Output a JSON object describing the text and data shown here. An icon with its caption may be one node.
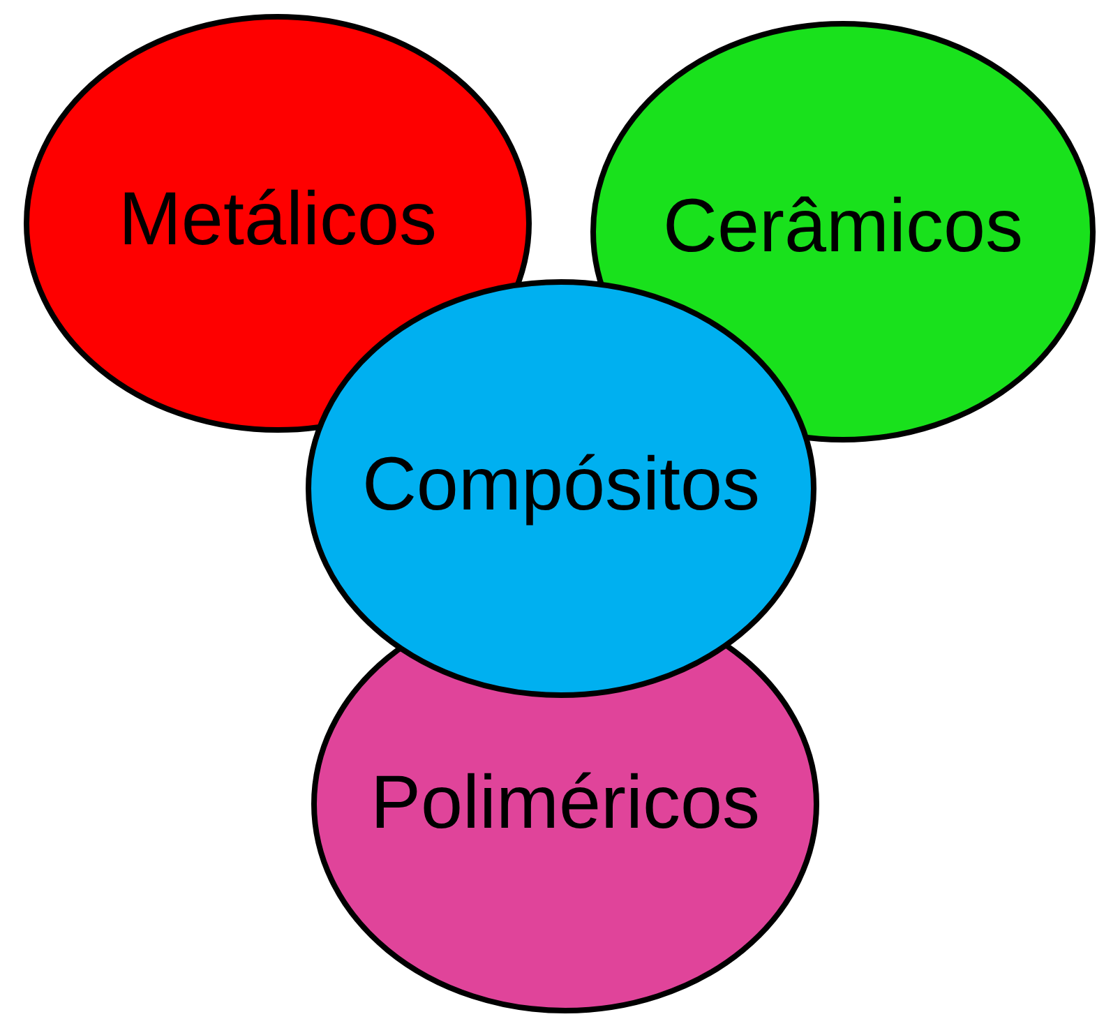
{
  "diagram": {
    "nodes": [
      {
        "text": [
          "Metálicos"
        ]
      },
      {
        "text": [
          "Cerâmicos"
        ]
      },
      {
        "text": [
          "Compósitos"
        ]
      },
      {
        "text": [
          "Poliméricos"
        ]
      }
    ]
  }
}
